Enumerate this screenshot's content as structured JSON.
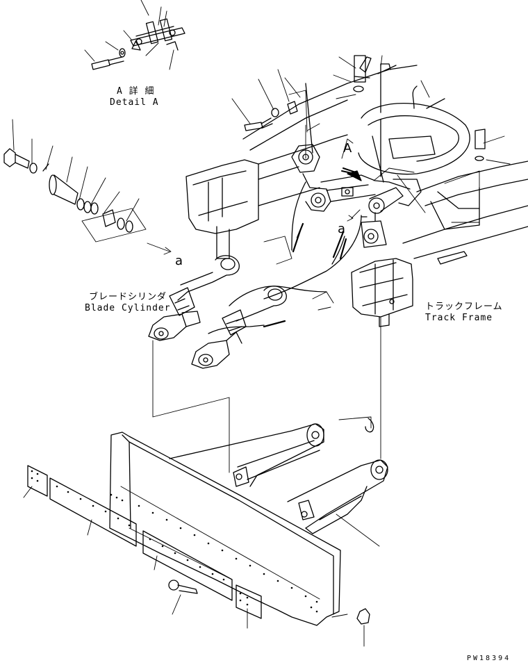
{
  "labels": {
    "detail_a_jp": "A 詳 細",
    "detail_a_en": "Detail A",
    "blade_cylinder_jp": "ブレードシリンダ",
    "blade_cylinder_en": "Blade Cylinder",
    "track_frame_jp": "トラックフレーム",
    "track_frame_en": "Track Frame",
    "marker_a_upper": "A",
    "marker_a_lower_1": "a",
    "marker_a_lower_2": "a",
    "drawing_code": "PW18394"
  },
  "colors": {
    "line": "#000000",
    "background": "#ffffff"
  }
}
